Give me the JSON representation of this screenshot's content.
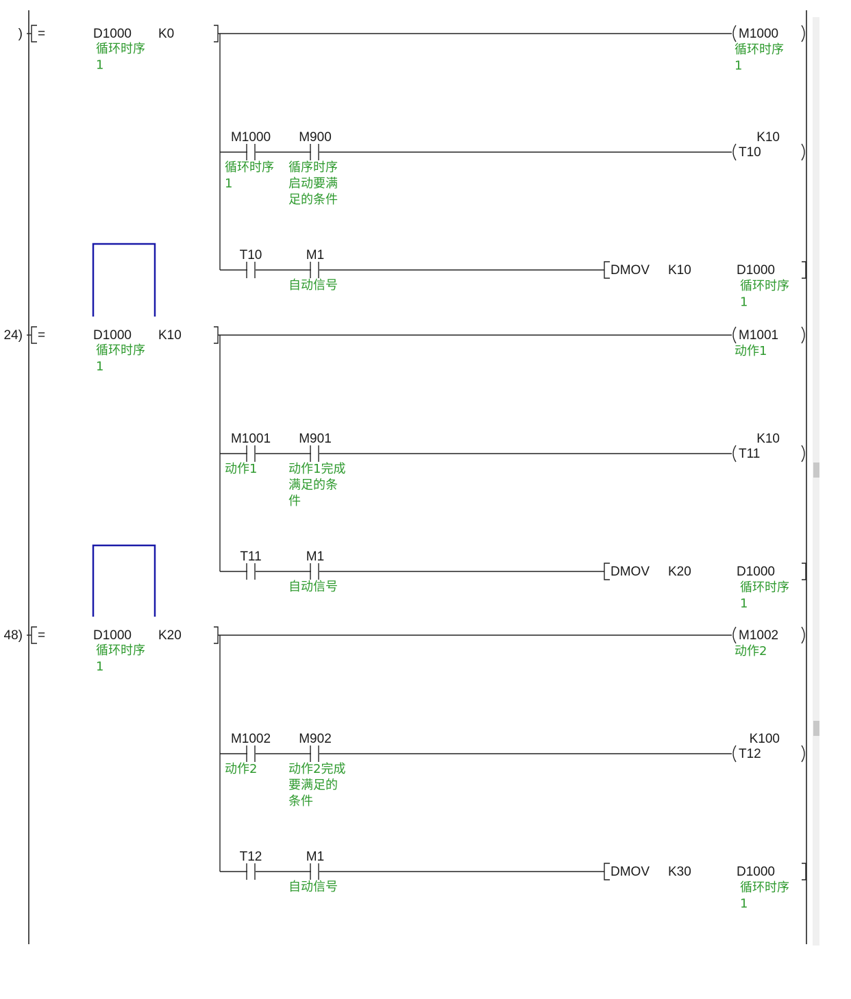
{
  "colors": {
    "text": "#1a1a1a",
    "comment": "#2e9a2e",
    "wire": "#222222",
    "cursor": "#1a1aa8"
  },
  "rungs": [
    {
      "step": ")",
      "compare": {
        "op": "=",
        "s1": "D1000",
        "s2": "K0",
        "s1_comment": [
          "循环时序",
          "1"
        ]
      },
      "output": {
        "device": "M1000",
        "comment": [
          "循环时序",
          "1"
        ]
      },
      "branches": [
        {
          "contacts": [
            {
              "device": "M1000",
              "comment": [
                "循环时序",
                "1"
              ]
            },
            {
              "device": "M900",
              "comment": [
                "循序时序",
                "启动要满",
                "足的条件"
              ]
            }
          ],
          "coil": {
            "device": "T10",
            "setting": "K10"
          }
        },
        {
          "contacts": [
            {
              "device": "T10",
              "comment": []
            },
            {
              "device": "M1",
              "comment": [
                "自动信号"
              ]
            }
          ],
          "instruction": {
            "name": "DMOV",
            "source": "K10",
            "dest": "D1000",
            "dest_comment": [
              "循环时序",
              "1"
            ]
          }
        }
      ]
    },
    {
      "step": "24)",
      "compare": {
        "op": "=",
        "s1": "D1000",
        "s2": "K10",
        "s1_comment": [
          "循环时序",
          "1"
        ]
      },
      "output": {
        "device": "M1001",
        "comment": [
          "动作1"
        ]
      },
      "branches": [
        {
          "contacts": [
            {
              "device": "M1001",
              "comment": [
                "动作1"
              ]
            },
            {
              "device": "M901",
              "comment": [
                "动作1完成",
                "满足的条",
                "件"
              ]
            }
          ],
          "coil": {
            "device": "T11",
            "setting": "K10"
          }
        },
        {
          "contacts": [
            {
              "device": "T11",
              "comment": []
            },
            {
              "device": "M1",
              "comment": [
                "自动信号"
              ]
            }
          ],
          "instruction": {
            "name": "DMOV",
            "source": "K20",
            "dest": "D1000",
            "dest_comment": [
              "循环时序",
              "1"
            ]
          }
        }
      ]
    },
    {
      "step": "48)",
      "compare": {
        "op": "=",
        "s1": "D1000",
        "s2": "K20",
        "s1_comment": [
          "循环时序",
          "1"
        ]
      },
      "output": {
        "device": "M1002",
        "comment": [
          "动作2"
        ]
      },
      "branches": [
        {
          "contacts": [
            {
              "device": "M1002",
              "comment": [
                "动作2"
              ]
            },
            {
              "device": "M902",
              "comment": [
                "动作2完成",
                "要满足的",
                "条件"
              ]
            }
          ],
          "coil": {
            "device": "T12",
            "setting": "K100"
          }
        },
        {
          "contacts": [
            {
              "device": "T12",
              "comment": []
            },
            {
              "device": "M1",
              "comment": [
                "自动信号"
              ]
            }
          ],
          "instruction": {
            "name": "DMOV",
            "source": "K30",
            "dest": "D1000",
            "dest_comment": [
              "循环时序",
              "1"
            ]
          }
        }
      ]
    }
  ]
}
